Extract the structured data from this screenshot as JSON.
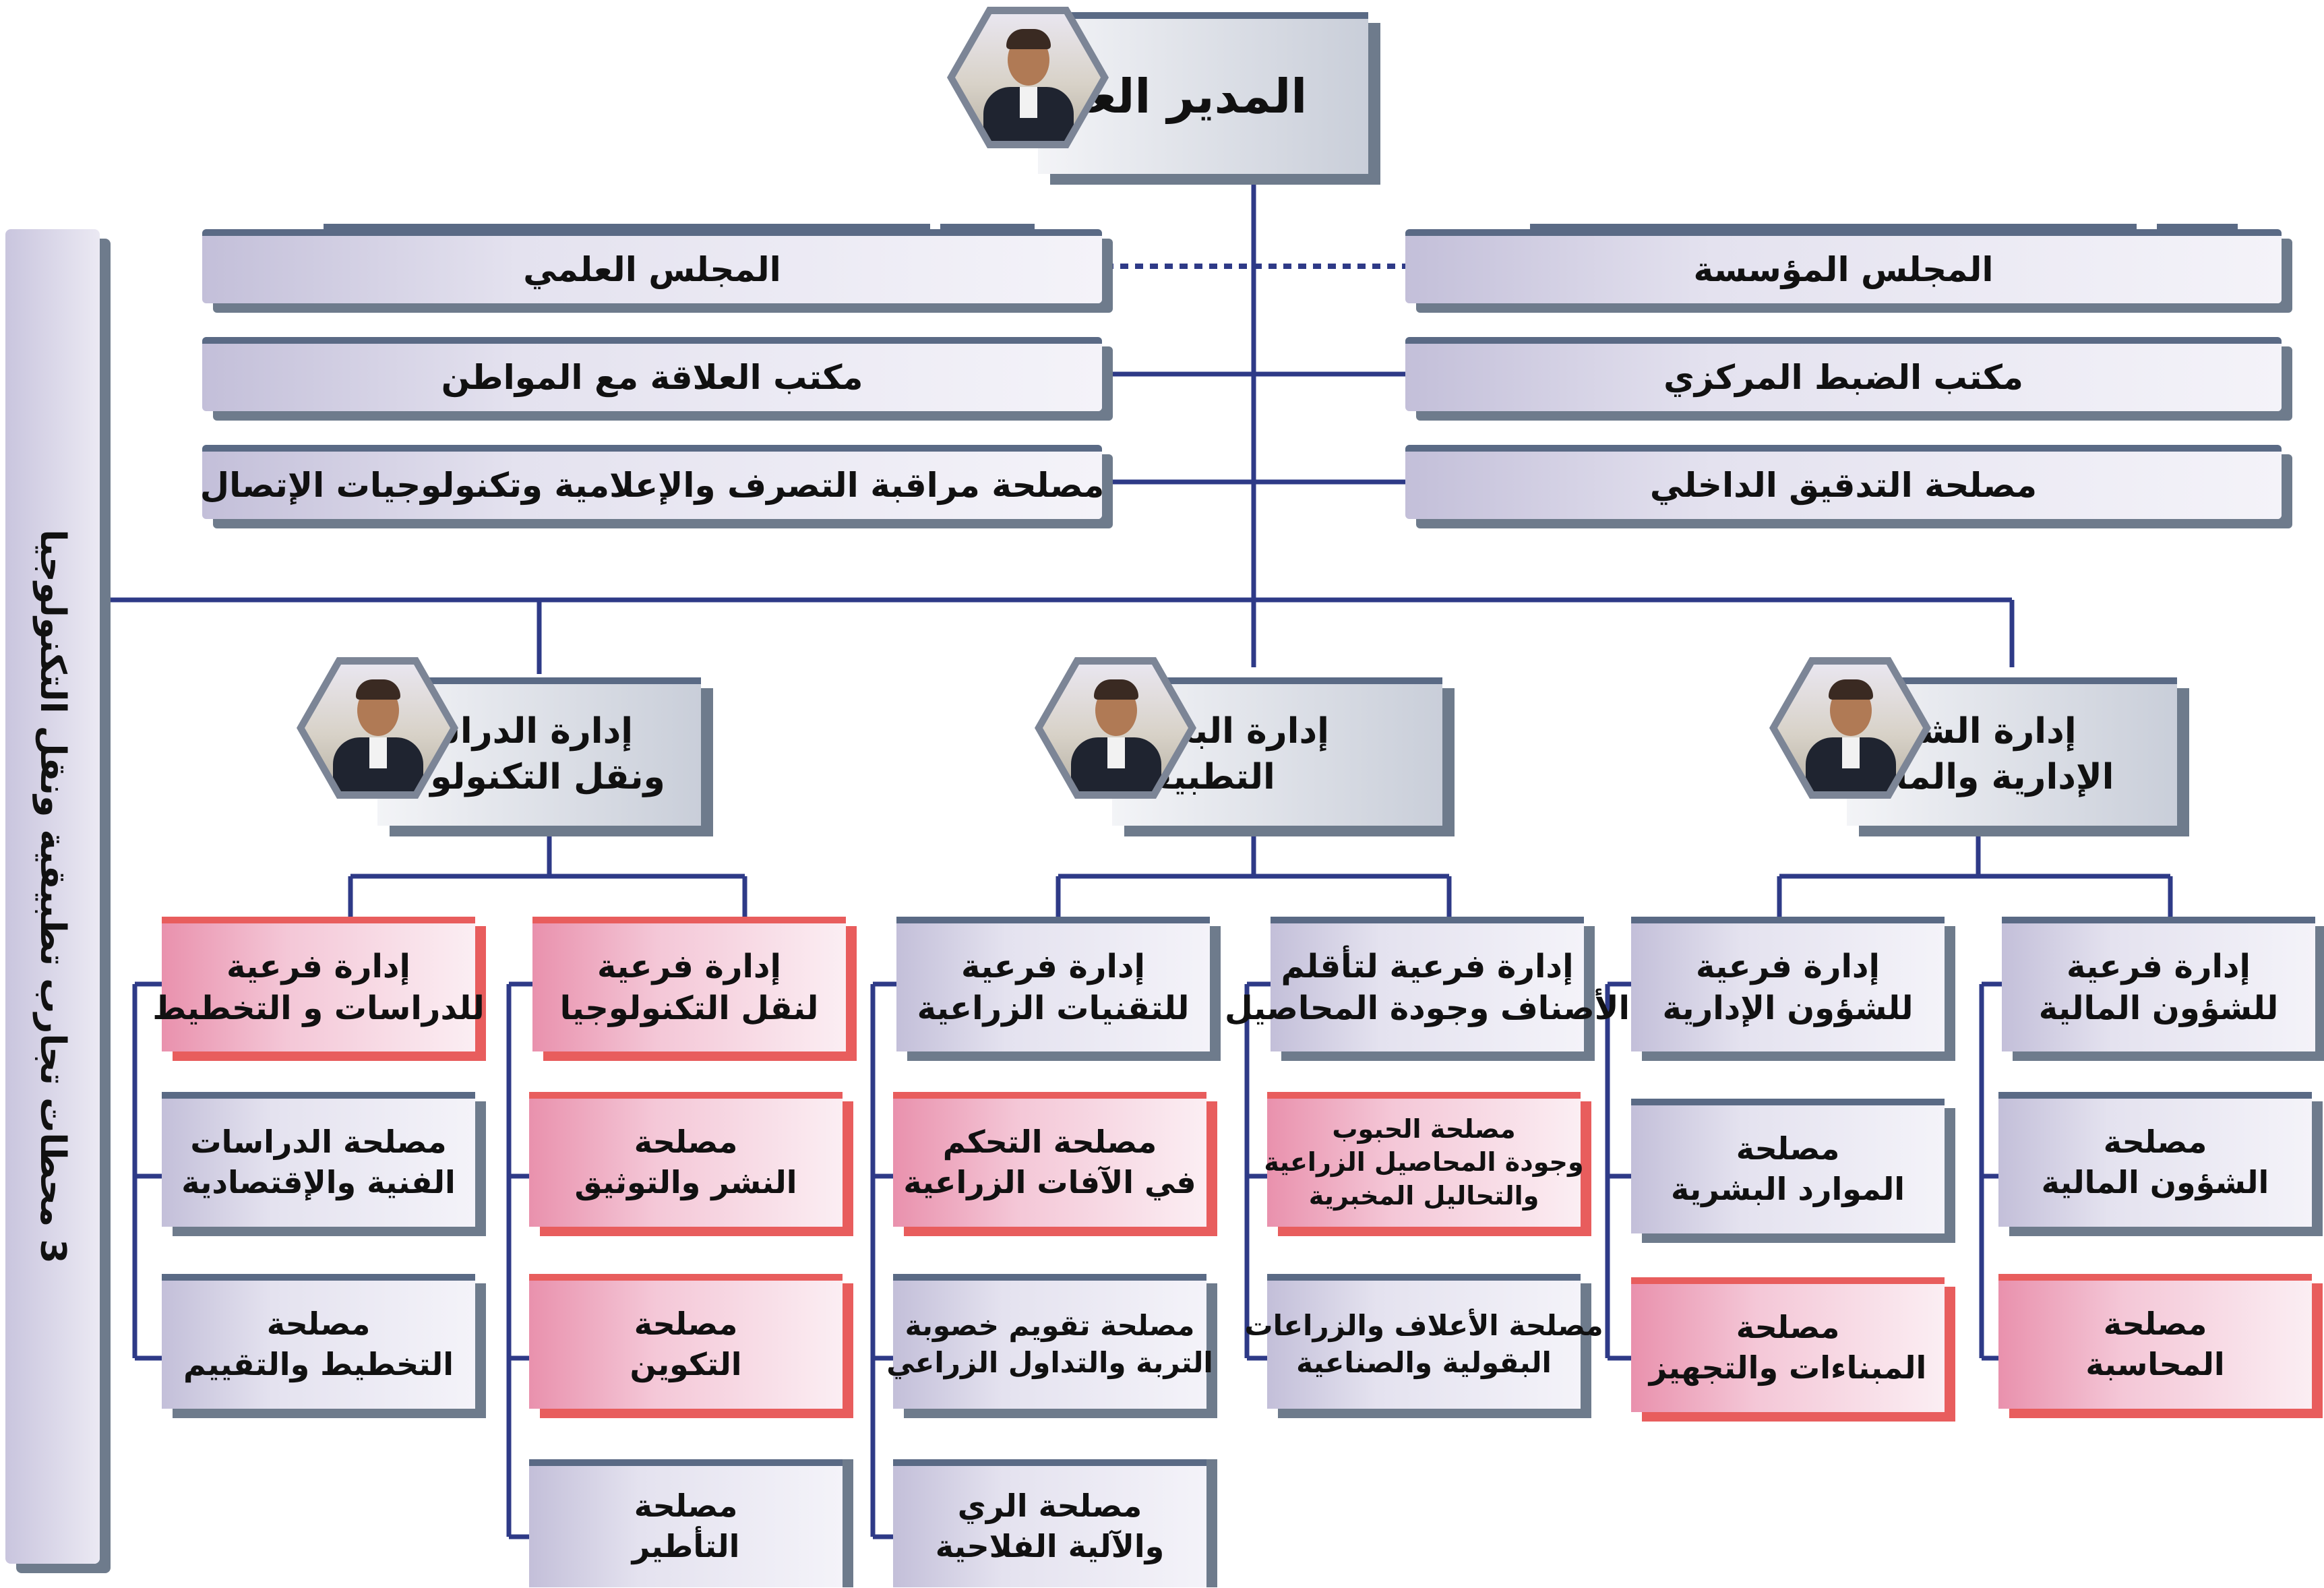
{
  "director": {
    "title": "المدير العام",
    "photo": "director-photo"
  },
  "councils": {
    "scientific": "المجلس العلمي",
    "foundation": "المجلس المؤسسة"
  },
  "offices": {
    "citizen_relations": "مكتب العلاقة مع المواطن",
    "central_control": "مكتب الضبط المركزي",
    "management_control": "مصلحة مراقبة التصرف والإعلامية وتكنولوجيات الإتصال",
    "internal_audit": "مصلحة التدقيق الداخلي"
  },
  "side_panel": {
    "label": "3 محطات تجارب تطبيقية ونقل التكنولوجيا"
  },
  "departments": {
    "studies": {
      "line1": "إدارة الدراسات",
      "line2": "ونقل التكنولوجيا",
      "photo": "department-head-photo"
    },
    "research": {
      "line1": "إدارة البحوث",
      "line2": "التطبيقية",
      "photo": "department-head-photo"
    },
    "admin": {
      "line1": "إدارة الشؤون",
      "line2": "الإدارية والمالية",
      "photo": "department-head-photo"
    }
  },
  "subdirections": {
    "studies_planning": {
      "line1": "إدارة فرعية",
      "line2": "للدراسات و التخطيط"
    },
    "tech_transfer": {
      "line1": "إدارة فرعية",
      "line2": "لنقل التكنولوجيا"
    },
    "agri_tech": {
      "line1": "إدارة فرعية",
      "line2": "للتقنيات الزراعية"
    },
    "acclimatization": {
      "line1": "إدارة فرعية لتأقلم",
      "line2": "الأصناف وجودة المحاصيل"
    },
    "admin_affairs": {
      "line1": "إدارة فرعية",
      "line2": "للشؤون الإدارية"
    },
    "financial_affairs": {
      "line1": "إدارة فرعية",
      "line2": "للشؤون المالية"
    }
  },
  "services": {
    "tech_econ_studies": {
      "line1": "مصلحة الدراسات",
      "line2": "الفنية والإقتصادية"
    },
    "planning_evaluation": {
      "line1": "مصلحة",
      "line2": "التخطيط والتقييم"
    },
    "publishing": {
      "line1": "مصلحة",
      "line2": "النشر والتوثيق"
    },
    "training": {
      "line1": "مصلحة",
      "line2": "التكوين"
    },
    "supervision": {
      "line1": "مصلحة",
      "line2": "التأطير"
    },
    "pest_control": {
      "line1": "مصلحة التحكم",
      "line2": "في الآفات الزراعية"
    },
    "soil_fertility": {
      "line1": "مصلحة تقويم خصوبة",
      "line2": "التربة والتداول الزراعي"
    },
    "irrigation": {
      "line1": "مصلحة الري",
      "line2": "والآلية الفلاحية"
    },
    "grains": {
      "line1": "مصلحة الحبوب",
      "line2": "وجودة المحاصيل الزراعية",
      "line3": "والتحاليل المخبرية"
    },
    "fodder": {
      "line1": "مصلحة الأعلاف والزراعات",
      "line2": "البقولية والصناعية"
    },
    "human_resources": {
      "line1": "مصلحة",
      "line2": "الموارد البشرية"
    },
    "buildings": {
      "line1": "مصلحة",
      "line2": "المبناءات والتجهيز"
    },
    "financial_affairs": {
      "line1": "مصلحة",
      "line2": "الشؤون المالية"
    },
    "accounting": {
      "line1": "مصلحة",
      "line2": "المحاسبة"
    }
  },
  "colors": {
    "lavender": "#d9d6ea",
    "pink": "#f3b6ca",
    "red_accent": "#e85d5d",
    "slate": "#6e7b8c",
    "connector": "#2e3a87"
  }
}
